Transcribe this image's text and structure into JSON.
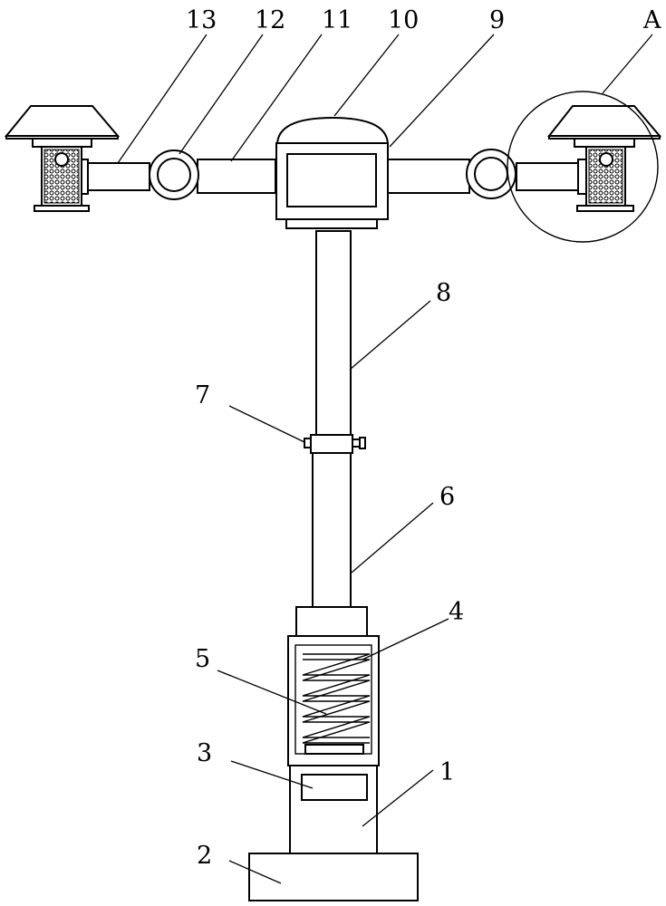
{
  "figure": {
    "labels": {
      "l1": "1",
      "l2": "2",
      "l3": "3",
      "l4": "4",
      "l5": "5",
      "l6": "6",
      "l7": "7",
      "l8": "8",
      "l9": "9",
      "l10": "10",
      "l11": "11",
      "l12": "12",
      "l13": "13",
      "lA": "A"
    }
  }
}
